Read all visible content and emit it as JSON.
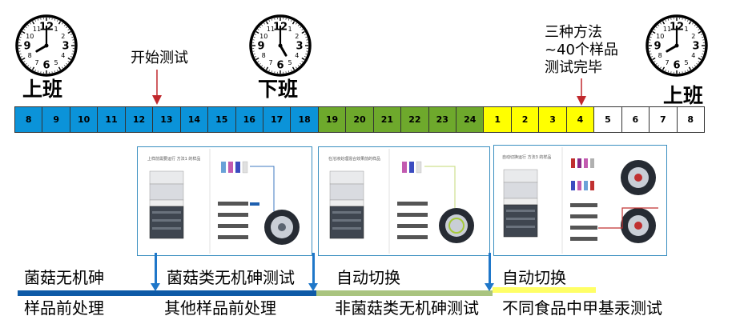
{
  "clocks": [
    {
      "id": "clock-1",
      "numbers": [
        "12",
        "1",
        "2",
        "3",
        "4",
        "5",
        "6",
        "7",
        "8",
        "9",
        "10",
        "11"
      ],
      "hour": 8,
      "minute": 0
    },
    {
      "id": "clock-2",
      "numbers": [
        "12",
        "1",
        "2",
        "3",
        "4",
        "5",
        "6",
        "7",
        "8",
        "9",
        "10",
        "11"
      ],
      "hour": 5,
      "minute": 0
    },
    {
      "id": "clock-3",
      "numbers": [
        "12",
        "1",
        "2",
        "3",
        "4",
        "5",
        "6",
        "7",
        "8",
        "9",
        "10",
        "11"
      ],
      "hour": 8,
      "minute": 0
    }
  ],
  "labels": {
    "shangban_left": "上班",
    "xiaban": "下班",
    "shangban_right": "上班",
    "start_test": "开始测试",
    "three_methods_line1": "三种方法",
    "three_methods_line2": "~40个样品",
    "three_methods_line3": "测试完毕"
  },
  "timeline": {
    "hours": [
      {
        "label": "8",
        "color": "#0b93d9"
      },
      {
        "label": "9",
        "color": "#0b93d9"
      },
      {
        "label": "10",
        "color": "#0b93d9"
      },
      {
        "label": "11",
        "color": "#0b93d9"
      },
      {
        "label": "12",
        "color": "#0b93d9"
      },
      {
        "label": "13",
        "color": "#0b93d9"
      },
      {
        "label": "14",
        "color": "#0b93d9"
      },
      {
        "label": "15",
        "color": "#0b93d9"
      },
      {
        "label": "16",
        "color": "#0b93d9"
      },
      {
        "label": "17",
        "color": "#0b93d9"
      },
      {
        "label": "18",
        "color": "#0b93d9"
      },
      {
        "label": "19",
        "color": "#6ea92c"
      },
      {
        "label": "20",
        "color": "#6ea92c"
      },
      {
        "label": "21",
        "color": "#6ea92c"
      },
      {
        "label": "22",
        "color": "#6ea92c"
      },
      {
        "label": "23",
        "color": "#6ea92c"
      },
      {
        "label": "24",
        "color": "#6ea92c"
      },
      {
        "label": "1",
        "color": "#ffff00"
      },
      {
        "label": "2",
        "color": "#ffff00"
      },
      {
        "label": "3",
        "color": "#ffff00"
      },
      {
        "label": "4",
        "color": "#ffff00"
      },
      {
        "label": "5",
        "color": "#ffffff"
      },
      {
        "label": "6",
        "color": "#ffffff"
      },
      {
        "label": "7",
        "color": "#ffffff"
      },
      {
        "label": "8",
        "color": "#ffffff"
      }
    ]
  },
  "panels": [
    {
      "title": "上样前需要运行 方法1 的样品"
    },
    {
      "title": "在溶液处理混合效果前的样品"
    },
    {
      "title": "自动切换运行 方法3 的样品"
    }
  ],
  "bottom": {
    "mushroom_arsenic": "菌菇无机砷",
    "sample_pretreatment": "样品前处理",
    "mushroom_test": "菌菇类无机砷测试",
    "other_pretreatment": "其他样品前处理",
    "auto_switch_1": "自动切换",
    "non_mushroom_test": "非菌菇类无机砷测试",
    "auto_switch_2": "自动切换",
    "mercury_test": "不同食品中甲基汞测试"
  },
  "colors": {
    "blue": "#0b93d9",
    "green": "#6ea92c",
    "yellow": "#ffff00",
    "darkblue": "#0e5aa7",
    "red_arrow": "#c0282d"
  }
}
